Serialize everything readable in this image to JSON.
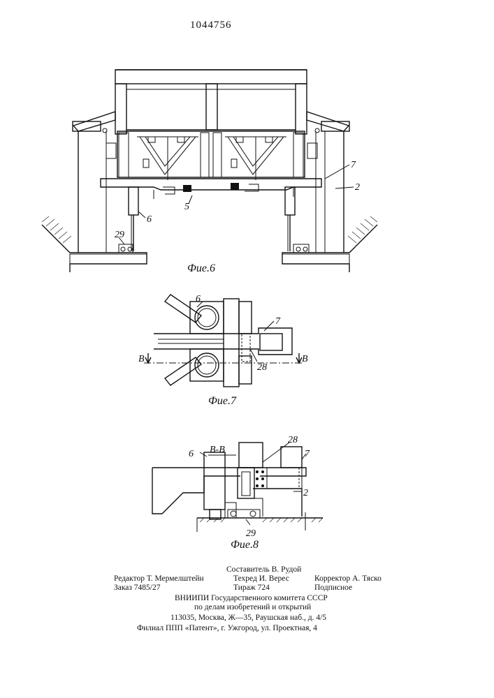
{
  "document": {
    "patent_number": "1044756"
  },
  "figures": {
    "fig6": {
      "caption": "Фие.6",
      "labels": {
        "l7": "7",
        "l2": "2",
        "l5": "5",
        "l6": "6",
        "l29": "29"
      }
    },
    "fig7": {
      "caption": "Фие.7",
      "labels": {
        "l6": "6",
        "l7": "7",
        "l28": "28",
        "lB1": "В",
        "lB2": "В"
      }
    },
    "fig8": {
      "caption": "Фие.8",
      "section": "В-В",
      "labels": {
        "l6": "6",
        "l28": "28",
        "l7": "7",
        "l2": "2",
        "l29": "29"
      }
    }
  },
  "footer": {
    "compiler": "Составитель В. Рудой",
    "editor": "Редактор Т. Мермелштейн",
    "techred": "Техред И. Верес",
    "corrector": "Корректор А. Тяско",
    "order": "Заказ 7485/27",
    "circulation": "Тираж 724",
    "subscription": "Подписное",
    "org1": "ВНИИПИ Государственного комитета СССР",
    "org2": "по делам изобретений и открытий",
    "address": "113035, Москва, Ж—35, Раушская наб., д. 4/5",
    "branch": "Филиал ППП «Патент», г. Ужгород, ул. Проектная, 4"
  }
}
